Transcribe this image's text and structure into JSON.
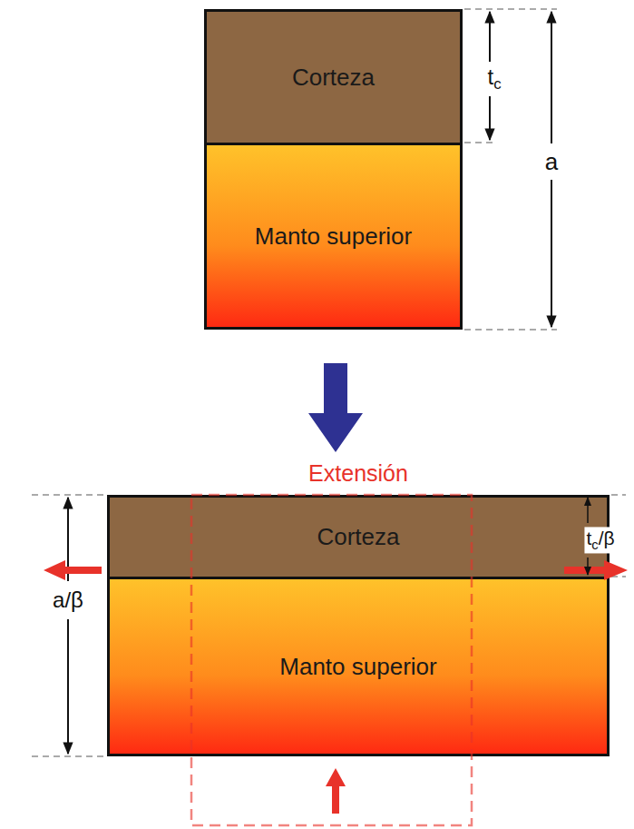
{
  "diagram": {
    "nodes": [
      {
        "text": [
          "Corteza"
        ]
      },
      {
        "text": [
          "Manto superior"
        ]
      },
      {
        "text": [
          "Corteza"
        ]
      },
      {
        "text": [
          "Manto superior"
        ]
      }
    ],
    "labels": [
      "tc",
      "a",
      "Extensión",
      "a/β",
      "tc/β"
    ]
  }
}
